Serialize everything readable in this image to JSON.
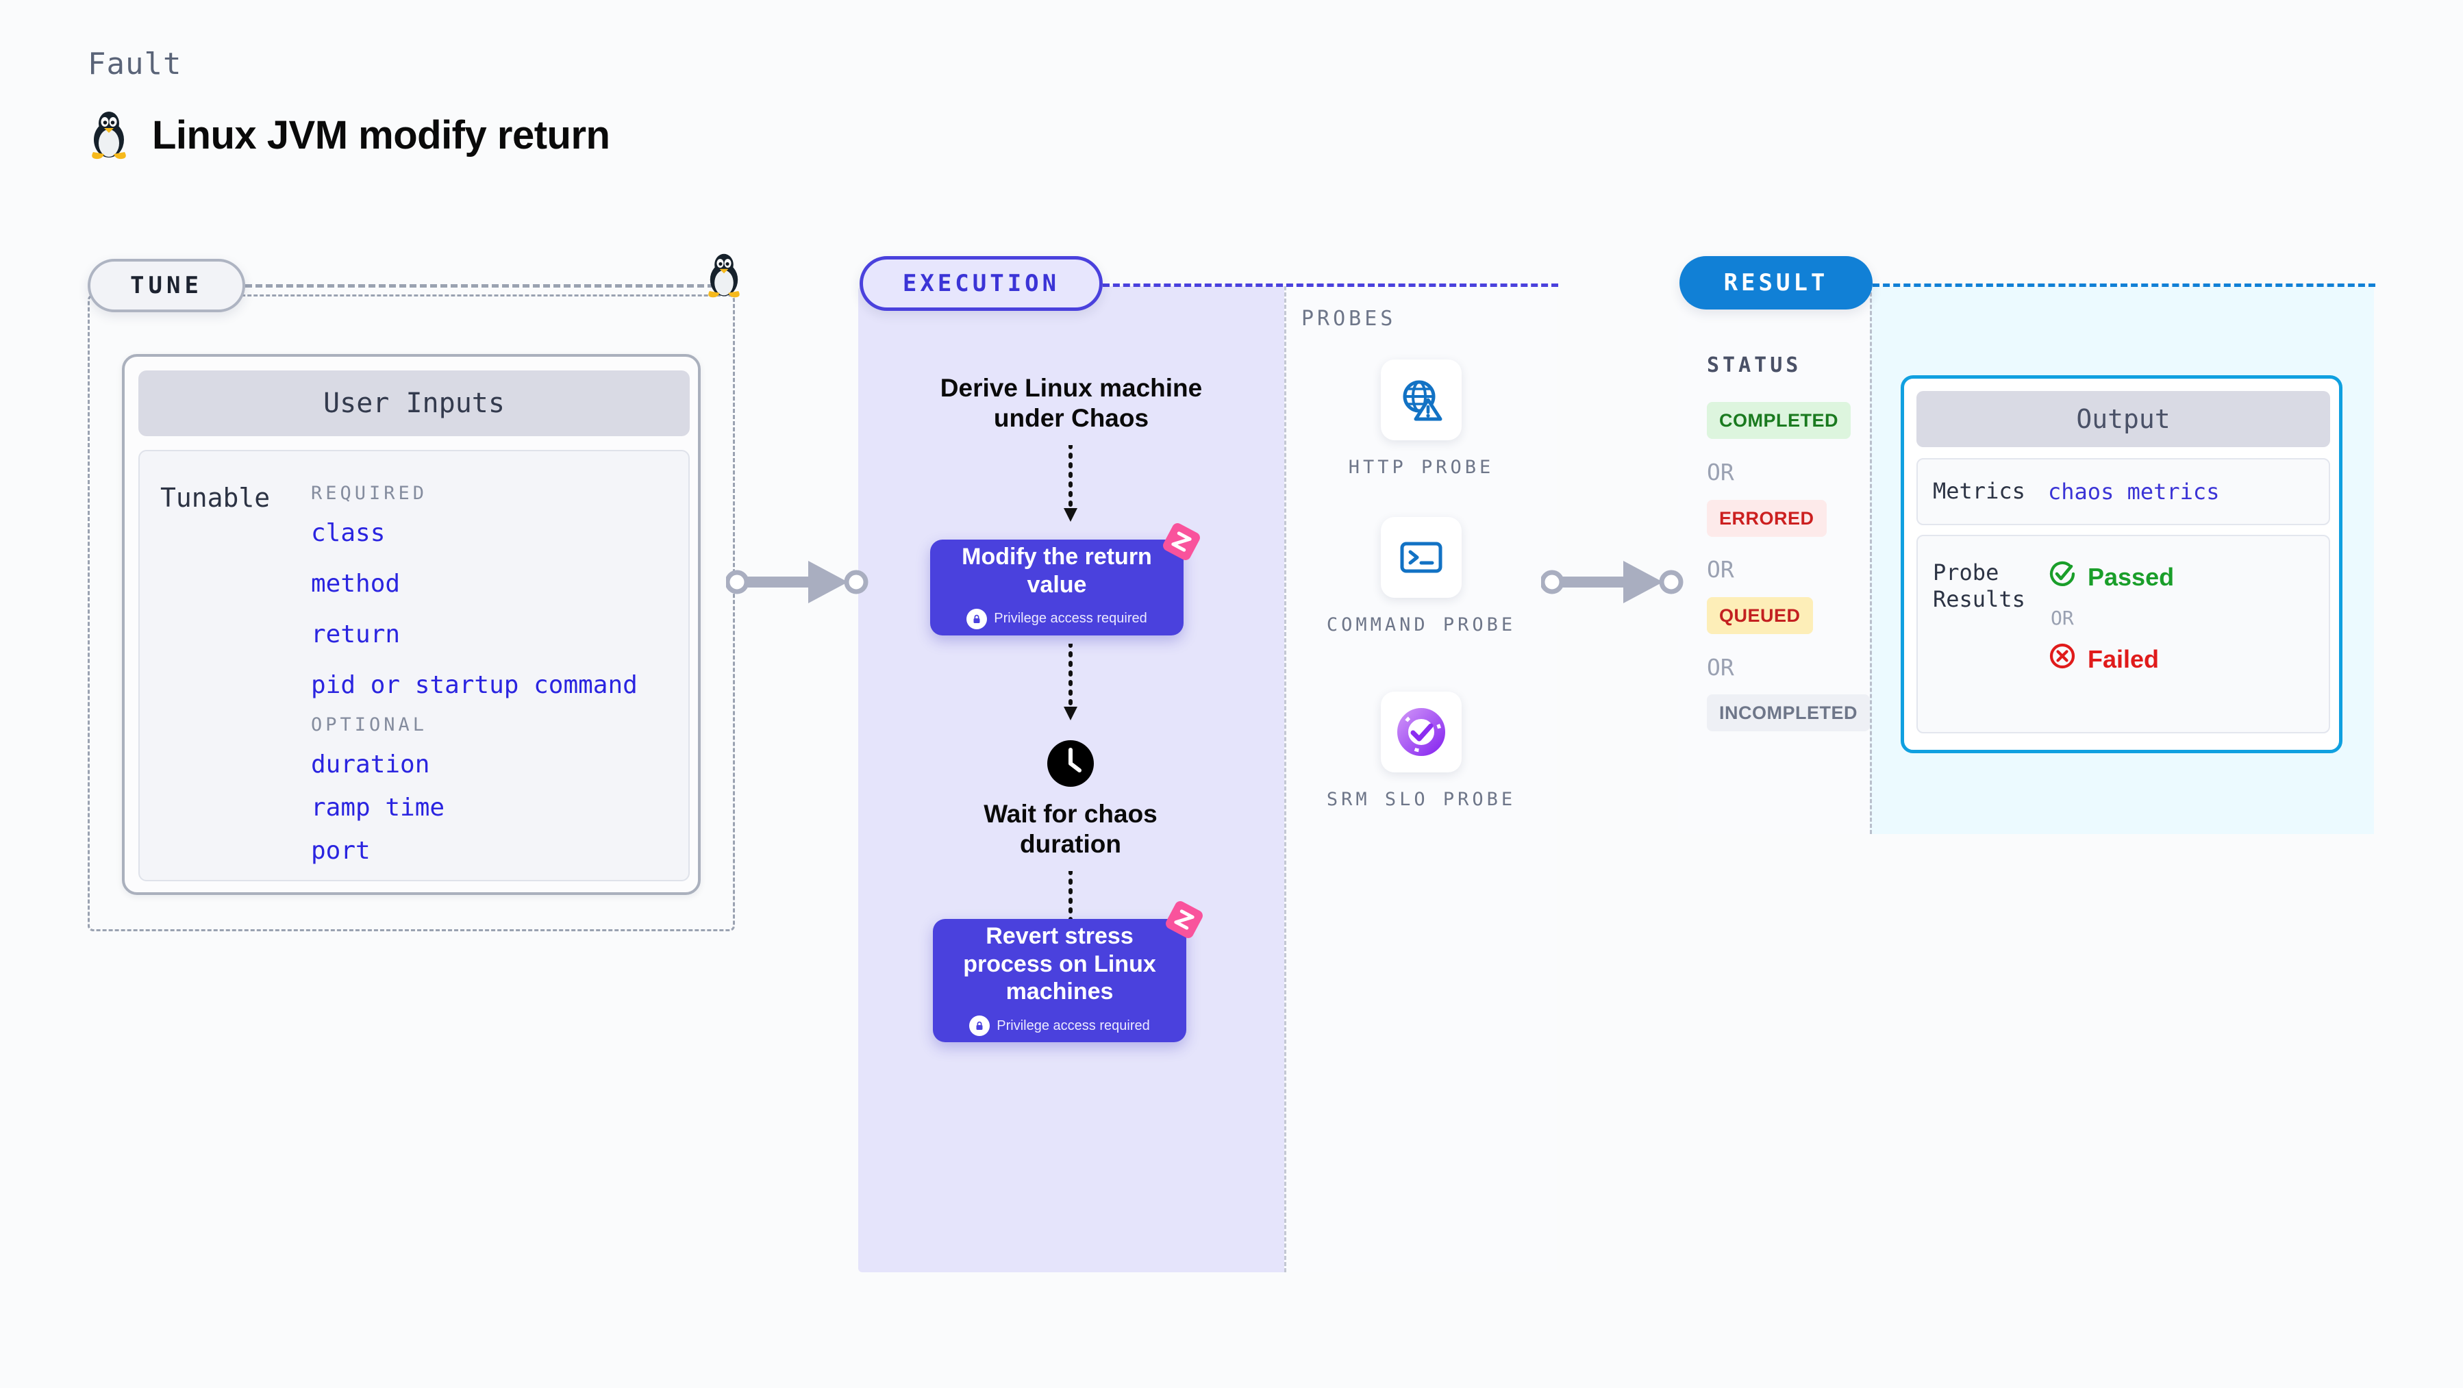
{
  "header": {
    "kicker": "Fault",
    "title": "Linux JVM modify return",
    "icon": "linux-penguin-icon"
  },
  "tune": {
    "pill_label": "TUNE",
    "marker_icon": "linux-penguin-icon",
    "card_title": "User Inputs",
    "tunable_label": "Tunable",
    "groups": [
      {
        "title": "REQUIRED",
        "items": [
          "class",
          "method",
          "return",
          "pid or startup command"
        ]
      },
      {
        "title": "OPTIONAL",
        "items": [
          "duration",
          "ramp time",
          "port"
        ]
      }
    ]
  },
  "execution": {
    "pill_label": "EXECUTION",
    "steps": [
      {
        "type": "text",
        "label": "Derive Linux machine under Chaos"
      },
      {
        "type": "node",
        "label": "Modify the return value",
        "privilege_note": "Privilege access required",
        "privilege_icon": "lock-icon",
        "ribbon_icon": "chaos-ribbon-icon"
      },
      {
        "type": "wait",
        "label": "Wait for chaos duration",
        "icon": "clock-icon"
      },
      {
        "type": "node",
        "label": "Revert stress process on Linux machines",
        "privilege_note": "Privilege access required",
        "privilege_icon": "lock-icon",
        "ribbon_icon": "chaos-ribbon-icon"
      }
    ]
  },
  "probes": {
    "title": "PROBES",
    "items": [
      {
        "label": "HTTP PROBE",
        "icon": "globe-warning-icon"
      },
      {
        "label": "COMMAND PROBE",
        "icon": "terminal-icon"
      },
      {
        "label": "SRM SLO PROBE",
        "icon": "donut-check-icon"
      }
    ]
  },
  "result": {
    "pill_label": "RESULT",
    "status_title": "STATUS",
    "or_label": "OR",
    "statuses": [
      {
        "label": "COMPLETED",
        "bg": "#ddf5de",
        "fg": "#1a7a1f"
      },
      {
        "label": "ERRORED",
        "bg": "#fdeaea",
        "fg": "#cc2020"
      },
      {
        "label": "QUEUED",
        "bg": "#fdeeb8",
        "fg": "#c32020"
      },
      {
        "label": "INCOMPLETED",
        "bg": "#eef0f5",
        "fg": "#6e7689"
      }
    ],
    "output": {
      "title": "Output",
      "metrics_label": "Metrics",
      "metrics_value": "chaos metrics",
      "probe_results_label": "Probe Results",
      "passed_label": "Passed",
      "passed_icon": "check-circle-icon",
      "failed_label": "Failed",
      "failed_icon": "x-circle-icon",
      "or_label": "OR"
    }
  },
  "connectors": {
    "tune_to_execution": "arrow-right-icon",
    "execution_to_result": "arrow-right-icon"
  },
  "colors": {
    "accent_purple": "#4a41dd",
    "accent_blue": "#1180d6",
    "accent_cyan": "#10a0e0",
    "link_blue": "#2a24e0",
    "pass_green": "#1a9e2a",
    "fail_red": "#e01b1b",
    "ribbon_pink": "#f9539c"
  }
}
